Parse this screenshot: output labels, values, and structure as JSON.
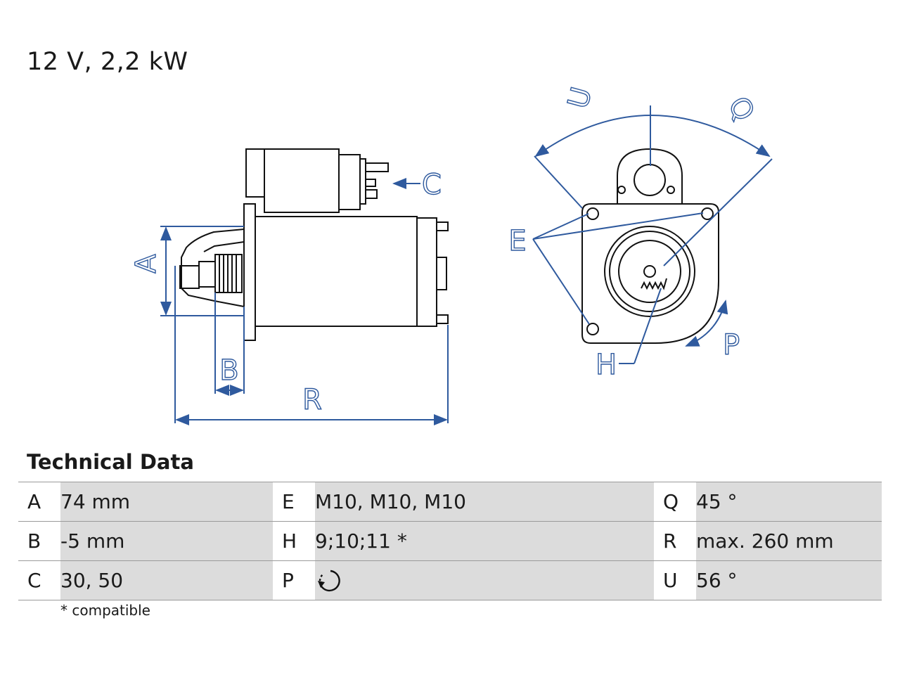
{
  "header": {
    "title": "12 V, 2,2 kW"
  },
  "drawing": {
    "labels": {
      "A": "A",
      "B": "B",
      "C": "C",
      "E": "E",
      "H": "H",
      "P": "P",
      "Q": "Q",
      "R": "R",
      "U": "U"
    },
    "colors": {
      "outline": "#111111",
      "dimension": "#2f5a9e"
    }
  },
  "technical_data": {
    "title": "Technical Data",
    "rows": [
      {
        "k1": "A",
        "v1": "74 mm",
        "k2": "E",
        "v2": "M10, M10, M10",
        "k3": "Q",
        "v3": "45 °"
      },
      {
        "k1": "B",
        "v1": "-5 mm",
        "k2": "H",
        "v2": "9;10;11 *",
        "k3": "R",
        "v3": "max. 260 mm"
      },
      {
        "k1": "C",
        "v1": "30, 50",
        "k2": "P",
        "v2_icon": "counterclockwise-rotation-icon",
        "k3": "U",
        "v3": "56 °"
      }
    ],
    "footnote": "* compatible"
  }
}
